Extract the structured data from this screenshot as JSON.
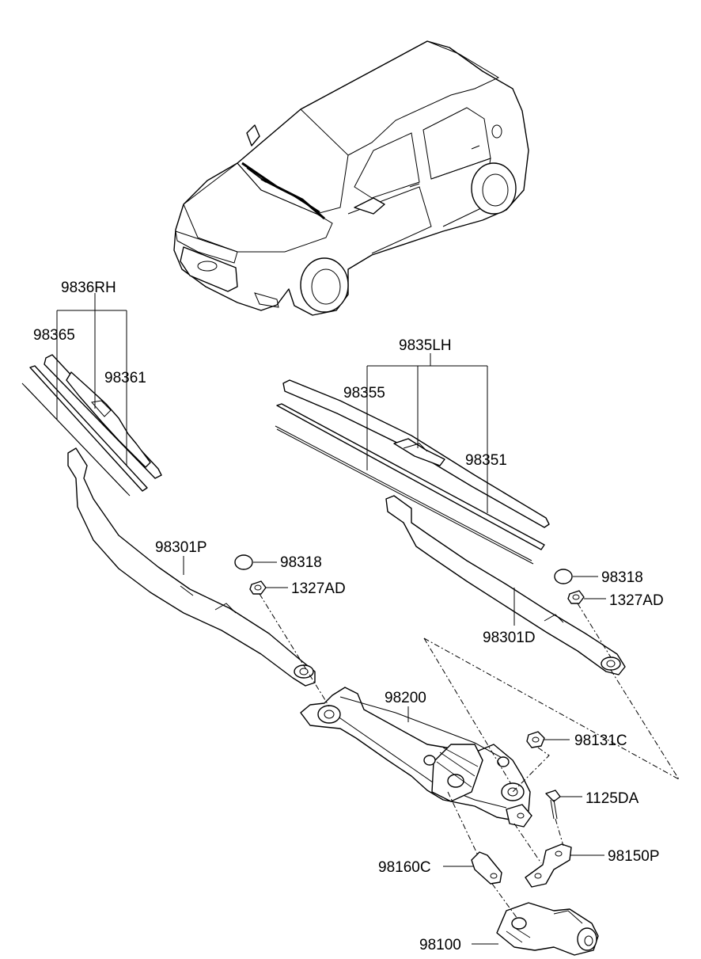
{
  "labels": {
    "blade_rh_assy": "9836RH",
    "refill_rh": "98365",
    "blade_rh": "98361",
    "blade_lh_assy": "9835LH",
    "refill_lh": "98355",
    "blade_lh": "98351",
    "arm_passenger": "98301P",
    "cap_left": "98318",
    "nut_left": "1327AD",
    "cap_right": "98318",
    "nut_right": "1327AD",
    "arm_driver": "98301D",
    "linkage": "98200",
    "bolt_upper": "98131C",
    "bolt_lower": "1125DA",
    "crank_arm": "98160C",
    "bracket": "98150P",
    "motor": "98100"
  }
}
